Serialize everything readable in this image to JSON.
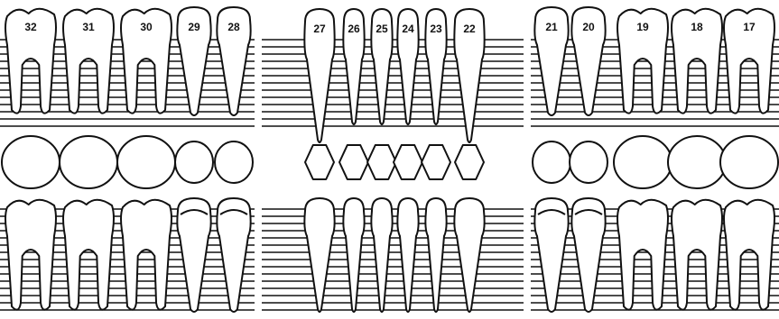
{
  "figure": {
    "type": "dental-tooth-chart",
    "jaw": "mandibular",
    "stroke_color": "#111111",
    "background_color": "#ffffff",
    "ruled_lines": true
  },
  "panels": [
    {
      "name": "panel-left",
      "teeth": [
        {
          "number": "32",
          "kind": "molar"
        },
        {
          "number": "31",
          "kind": "molar"
        },
        {
          "number": "30",
          "kind": "molar"
        },
        {
          "number": "29",
          "kind": "premolar"
        },
        {
          "number": "28",
          "kind": "premolar"
        }
      ]
    },
    {
      "name": "panel-center",
      "teeth": [
        {
          "number": "27",
          "kind": "canine"
        },
        {
          "number": "26",
          "kind": "incisor"
        },
        {
          "number": "25",
          "kind": "incisor"
        },
        {
          "number": "24",
          "kind": "incisor"
        },
        {
          "number": "23",
          "kind": "incisor"
        },
        {
          "number": "22",
          "kind": "canine"
        }
      ]
    },
    {
      "name": "panel-right",
      "teeth": [
        {
          "number": "21",
          "kind": "premolar"
        },
        {
          "number": "20",
          "kind": "premolar"
        },
        {
          "number": "19",
          "kind": "molar"
        },
        {
          "number": "18",
          "kind": "molar"
        },
        {
          "number": "17",
          "kind": "molar"
        }
      ]
    }
  ]
}
